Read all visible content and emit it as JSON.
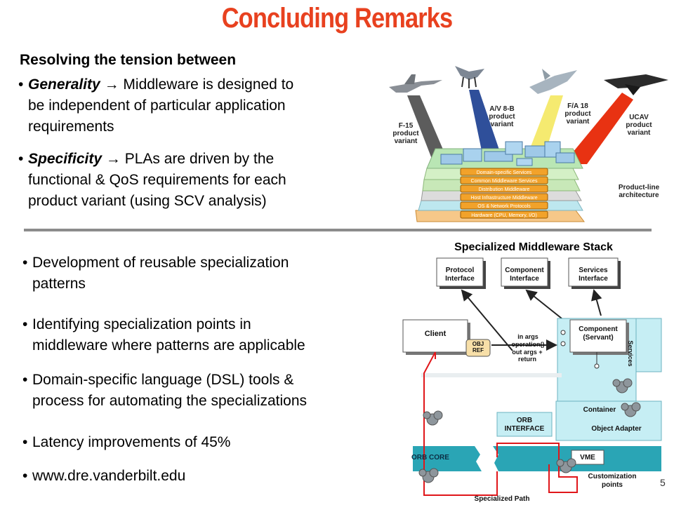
{
  "title": "Concluding Remarks",
  "top_section": {
    "heading": "Resolving the tension between",
    "bullets": [
      {
        "term": "Generality",
        "arrow": "→",
        "text": "Middleware is designed to be independent of particular application requirements",
        "lines": [
          "Middleware is designed to",
          "be independent of particular application",
          "requirements"
        ]
      },
      {
        "term": "Specificity",
        "arrow": "→",
        "text": "PLAs are driven by the functional & QoS requirements for each product variant (using SCV analysis)",
        "lines": [
          "PLAs are driven by the",
          "functional & QoS requirements for each",
          "product variant (using SCV analysis)"
        ]
      }
    ]
  },
  "pla_figure": {
    "variants": [
      "F-15 product variant",
      "A/V 8-B product variant",
      "F/A 18 product variant",
      "UCAV product variant"
    ],
    "layers": [
      "Domain-specific Services",
      "Common Middleware Services",
      "Distribution Middleware",
      "Host Infrastructure Middleware",
      "OS & Network Protocols",
      "Hardware (CPU, Memory, I/O)"
    ],
    "caption": "Product-line architecture",
    "colors": {
      "f15": "#5c5c5c",
      "av8b": "#2f4f9a",
      "fa18": "#f5ea70",
      "ucav": "#e83212",
      "layer_fill": "#f2a22a"
    }
  },
  "bottom_section": {
    "bullets": [
      {
        "lines": [
          "Development of reusable specialization",
          "patterns"
        ]
      },
      {
        "lines": [
          "Identifying specialization points in",
          "middleware where patterns are applicable"
        ]
      },
      {
        "lines": [
          "Domain-specific language (DSL) tools &",
          "process for automating the specializations"
        ]
      },
      {
        "lines": [
          "Latency improvements of 45%"
        ]
      },
      {
        "lines": [
          "www.dre.vanderbilt.edu"
        ]
      }
    ]
  },
  "stack_figure": {
    "title": "Specialized Middleware Stack",
    "interfaces": [
      "Protocol Interface",
      "Component Interface",
      "Services Interface"
    ],
    "client": "Client",
    "obj_ref": "OBJ REF",
    "in_args": "in args",
    "operation": "operation()",
    "out_args": "out args + return",
    "component": "Component (Servant)",
    "services": "Services",
    "container": "Container",
    "orb_interface": "ORB INTERFACE",
    "object_adapter": "Object Adapter",
    "orb_core": "ORB CORE",
    "vme": "VME",
    "customization": "Customization points",
    "specialized_path": "Specialized Path",
    "colors": {
      "light_blue": "#c6eef4",
      "teal": "#2aa5b5",
      "path_red": "#e0161a",
      "obj_ref_fill": "#f7dfa8"
    }
  },
  "page_number": "5"
}
